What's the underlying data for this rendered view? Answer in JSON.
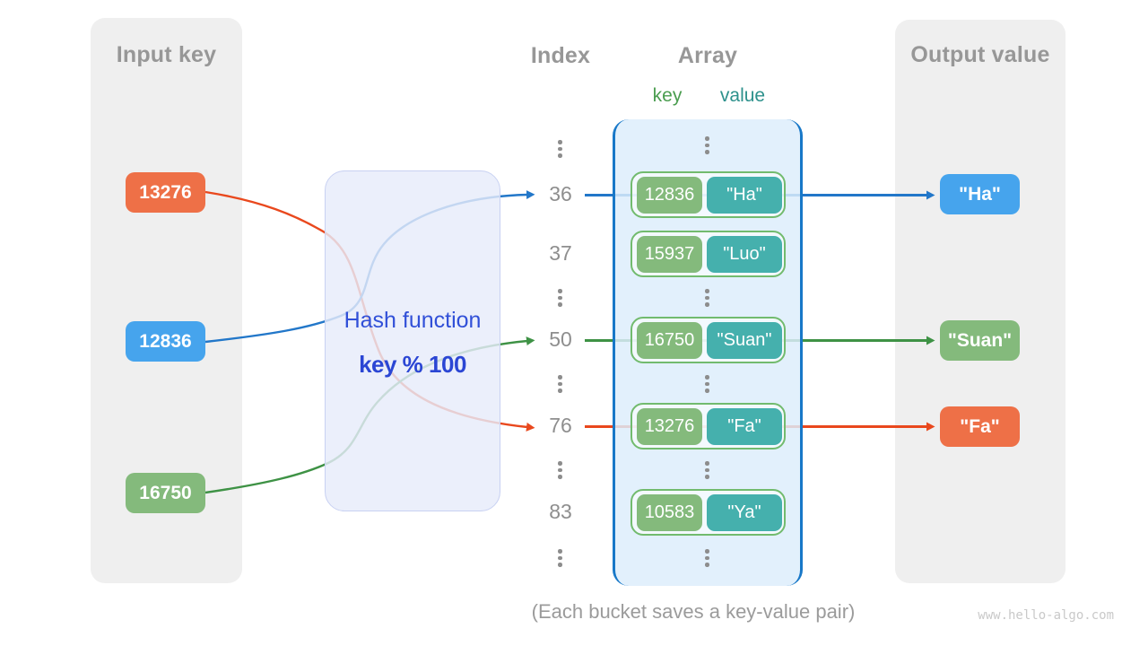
{
  "input_panel": {
    "title": "Input key",
    "keys": [
      {
        "label": "13276",
        "color": "#EE7047"
      },
      {
        "label": "12836",
        "color": "#46A4ED"
      },
      {
        "label": "16750",
        "color": "#84BA7C"
      }
    ]
  },
  "hash_box": {
    "line1": "Hash function",
    "line2": "key % 100"
  },
  "index_column": {
    "title": "Index",
    "rows": [
      "36",
      "37",
      "50",
      "76",
      "83"
    ],
    "ellipsis_glyph": "⋮"
  },
  "array_panel": {
    "title": "Array",
    "key_header": "key",
    "value_header": "value",
    "buckets": [
      {
        "index": "36",
        "key": "12836",
        "value": "\"Ha\""
      },
      {
        "index": "37",
        "key": "15937",
        "value": "\"Luo\""
      },
      {
        "index": "50",
        "key": "16750",
        "value": "\"Suan\""
      },
      {
        "index": "76",
        "key": "13276",
        "value": "\"Fa\""
      },
      {
        "index": "83",
        "key": "10583",
        "value": "\"Ya\""
      }
    ]
  },
  "output_panel": {
    "title": "Output value",
    "values": [
      {
        "label": "\"Ha\"",
        "color": "#46A4ED"
      },
      {
        "label": "\"Suan\"",
        "color": "#84BA7C"
      },
      {
        "label": "\"Fa\"",
        "color": "#EE7047"
      }
    ]
  },
  "caption": "(Each bucket saves a key-value pair)",
  "watermark": "www.hello-algo.com",
  "colors": {
    "panel_gray": "#EFEFEF",
    "header_gray": "#979797",
    "orange": "#EE7047",
    "blue": "#46A4ED",
    "green": "#84BA7C",
    "teal": "#45B0AD",
    "line_orange": "#E9481D",
    "line_blue": "#2277C9",
    "line_green": "#3E9245",
    "array_border": "#1878C8",
    "bucket_border": "#72BB6E",
    "hash_fill": "#E7EBFA",
    "hash_text": "#3150D8",
    "key_header_green": "#4A9D4F",
    "value_header_teal": "#2D918C"
  }
}
